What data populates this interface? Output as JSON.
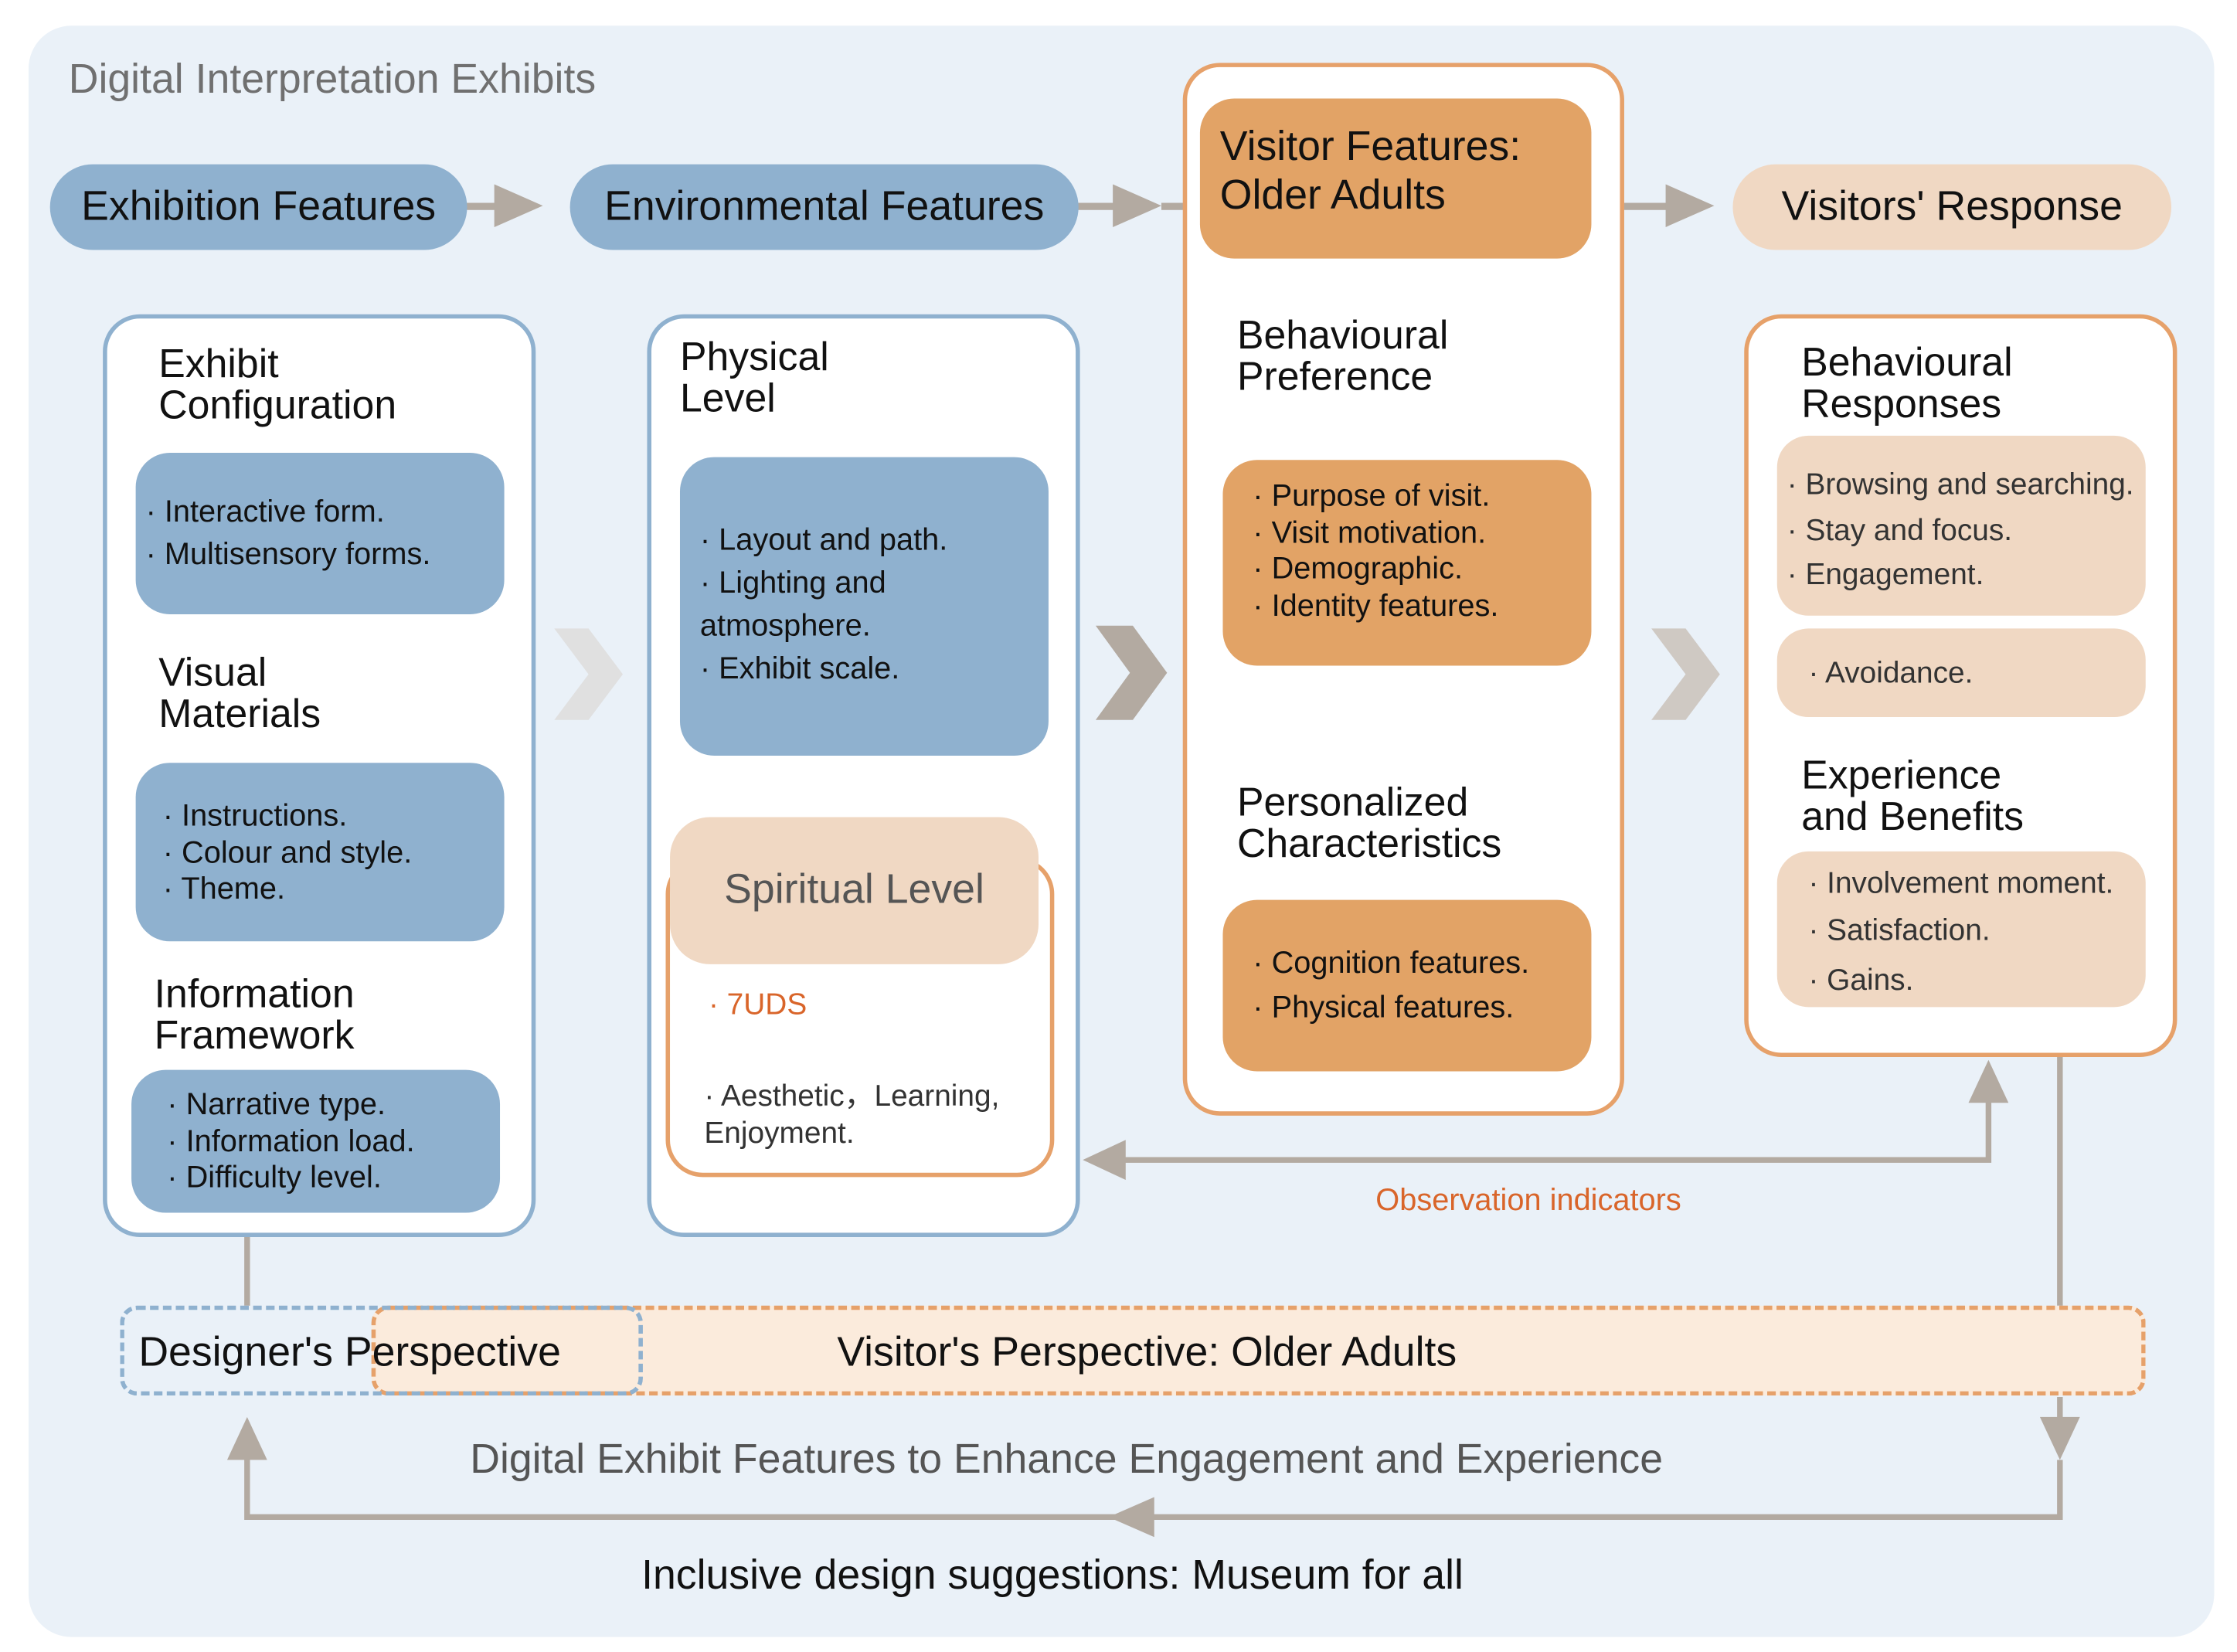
{
  "title": "Digital Interpretation Exhibits",
  "flow": {
    "exhibition": "Exhibition Features",
    "environmental": "Environmental Features",
    "visitor": "Visitor Features:\nOlder Adults",
    "response": "Visitors' Response"
  },
  "exhibition_panel": {
    "sections": [
      {
        "heading": "Exhibit\nConfiguration",
        "items": "· Interactive form.\n· Multisensory forms."
      },
      {
        "heading": "Visual\nMaterials",
        "items": "· Instructions.\n· Colour and style.\n· Theme."
      },
      {
        "heading": "Information\nFramework",
        "items": "· Narrative type.\n· Information load.\n· Difficulty level."
      }
    ]
  },
  "environmental_panel": {
    "physical_heading": "Physical\nLevel",
    "physical_items": "· Layout and path.\n· Lighting and\n   atmosphere.\n· Exhibit scale.",
    "spiritual_heading": "Spiritual Level",
    "spiritual_tag": "· 7UDS",
    "spiritual_items": "· Aesthetic，Learning,\nEnjoyment."
  },
  "visitor_panel": {
    "behaviour_heading": "Behavioural\nPreference",
    "behaviour_items": "· Purpose of visit.\n· Visit motivation.\n· Demographic.\n· Identity features.",
    "personal_heading": "Personalized\nCharacteristics",
    "personal_items": "· Cognition features.\n· Physical features."
  },
  "response_panel": {
    "behaviour_heading": "Behavioural\nResponses",
    "behaviour_items": "· Browsing and searching.\n· Stay and focus.\n· Engagement.",
    "avoidance": "· Avoidance.",
    "experience_heading": "Experience\nand Benefits",
    "experience_items": [
      "· Involvement moment.",
      "· Satisfaction.",
      "· Gains."
    ]
  },
  "observation_label": "Observation indicators",
  "designer_perspective": "Designer's Perspective",
  "visitor_perspective": "Visitor's Perspective: Older Adults",
  "enhance_label": "Digital Exhibit Features  to Enhance  Engagement and Experience",
  "footer": "Inclusive design suggestions: Museum for all",
  "colors": {
    "background": "#eaf1f8",
    "blue": "#8fb1cf",
    "orange": "#e2a366",
    "peach": "#f0d8c3",
    "arrow": "#b3aaa1",
    "observation_text": "#d9652a"
  },
  "icons": [
    "chevron-right-icon",
    "arrow-head-icon"
  ]
}
